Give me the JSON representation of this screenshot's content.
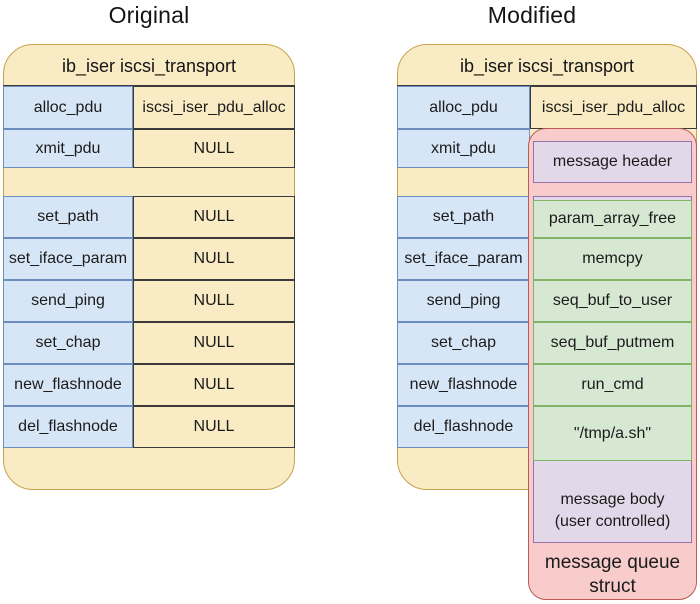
{
  "titles": {
    "left": "Original",
    "right": "Modified"
  },
  "left_panel": {
    "header": "ib_iser iscsi_transport",
    "rows": [
      {
        "label": "alloc_pdu",
        "value": "iscsi_iser_pdu_alloc"
      },
      {
        "label": "xmit_pdu",
        "value": "NULL"
      },
      {
        "label": "set_path",
        "value": "NULL"
      },
      {
        "label": "set_iface_param",
        "value": "NULL"
      },
      {
        "label": "send_ping",
        "value": "NULL"
      },
      {
        "label": "set_chap",
        "value": "NULL"
      },
      {
        "label": "new_flashnode",
        "value": "NULL"
      },
      {
        "label": "del_flashnode",
        "value": "NULL"
      }
    ]
  },
  "right_panel": {
    "header": "ib_iser iscsi_transport",
    "rows": [
      {
        "label": "alloc_pdu",
        "value": "iscsi_iser_pdu_alloc"
      },
      {
        "label": "xmit_pdu"
      },
      {
        "label": "set_path",
        "value": "param_array_free"
      },
      {
        "label": "set_iface_param",
        "value": "memcpy"
      },
      {
        "label": "send_ping",
        "value": "seq_buf_to_user"
      },
      {
        "label": "set_chap",
        "value": "seq_buf_putmem"
      },
      {
        "label": "new_flashnode",
        "value": "run_cmd"
      },
      {
        "label": "del_flashnode",
        "value": "\"/tmp/a.sh\""
      }
    ],
    "overlay": {
      "header": "message header",
      "body_line1": "message body",
      "body_line2": "(user controlled)",
      "queue_line1": "message queue",
      "queue_line2": "struct"
    }
  },
  "colors": {
    "yellow_fill": "#F9ECC5",
    "yellow_stroke": "#C9A24A",
    "blue_fill": "#D7E6F7",
    "blue_stroke": "#6C8EBF",
    "green_fill": "#D6E7D2",
    "green_stroke": "#82B366",
    "purple_fill": "#E3D8E9",
    "purple_stroke": "#9673A6",
    "red_fill": "#F7CCCA",
    "red_stroke": "#BB5B55",
    "line": "#3a3a3a"
  }
}
